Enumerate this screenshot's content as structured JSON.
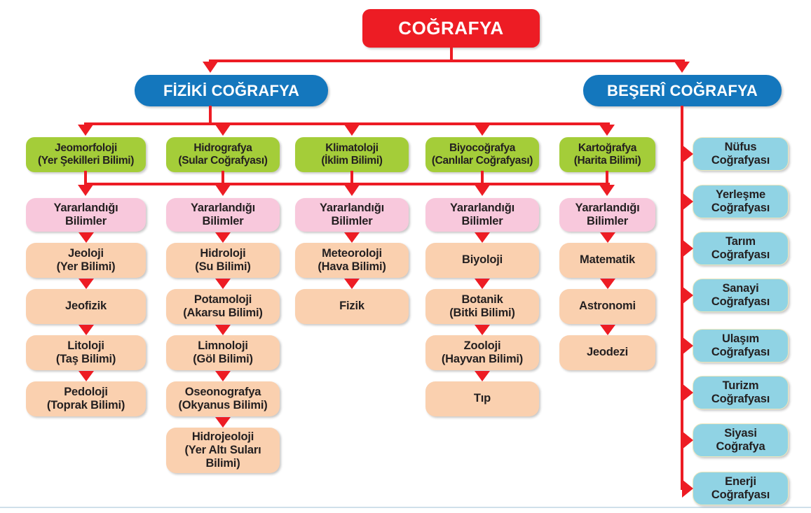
{
  "title": "COĞRAFYA",
  "branches": {
    "fiziki": {
      "label": "FİZİKİ COĞRAFYA",
      "columns": [
        {
          "discipline": "Jeomorfoloji\n(Yer Şekilleri Bilimi)",
          "helper": "Yararlandığı\nBilimler",
          "sciences": [
            "Jeoloji\n(Yer Bilimi)",
            "Jeofizik",
            "Litoloji\n(Taş Bilimi)",
            "Pedoloji\n(Toprak Bilimi)"
          ]
        },
        {
          "discipline": "Hidrografya\n(Sular Coğrafyası)",
          "helper": "Yararlandığı\nBilimler",
          "sciences": [
            "Hidroloji\n(Su Bilimi)",
            "Potamoloji\n(Akarsu Bilimi)",
            "Limnoloji\n(Göl Bilimi)",
            "Oseonografya\n(Okyanus Bilimi)",
            "Hidrojeoloji\n(Yer Altı Suları\nBilimi)"
          ]
        },
        {
          "discipline": "Klimatoloji\n(İklim Bilimi)",
          "helper": "Yararlandığı\nBilimler",
          "sciences": [
            "Meteoroloji\n(Hava Bilimi)",
            "Fizik"
          ]
        },
        {
          "discipline": "Biyocoğrafya\n(Canlılar Coğrafyası)",
          "helper": "Yararlandığı\nBilimler",
          "sciences": [
            "Biyoloji",
            "Botanik\n(Bitki Bilimi)",
            "Zooloji\n(Hayvan Bilimi)",
            "Tıp"
          ]
        },
        {
          "discipline": "Kartoğrafya\n(Harita Bilimi)",
          "helper": "Yararlandığı\nBilimler",
          "sciences": [
            "Matematik",
            "Astronomi",
            "Jeodezi"
          ]
        }
      ]
    },
    "beseri": {
      "label": "BEŞERÎ COĞRAFYA",
      "fields": [
        "Nüfus\nCoğrafyası",
        "Yerleşme\nCoğrafyası",
        "Tarım\nCoğrafyası",
        "Sanayi\nCoğrafyası",
        "Ulaşım\nCoğrafyası",
        "Turizm\nCoğrafyası",
        "Siyasi\nCoğrafya",
        "Enerji\nCoğrafyası"
      ]
    }
  },
  "colors": {
    "connector_red": "#ed1c24",
    "title_red": "#ed1c24",
    "header_blue": "#1477bd",
    "discipline_green": "#a4cd39",
    "helper_pink": "#f8c8dc",
    "science_peach": "#fad0af",
    "field_light_blue": "#90d3e4",
    "text_dark": "#231f20"
  }
}
